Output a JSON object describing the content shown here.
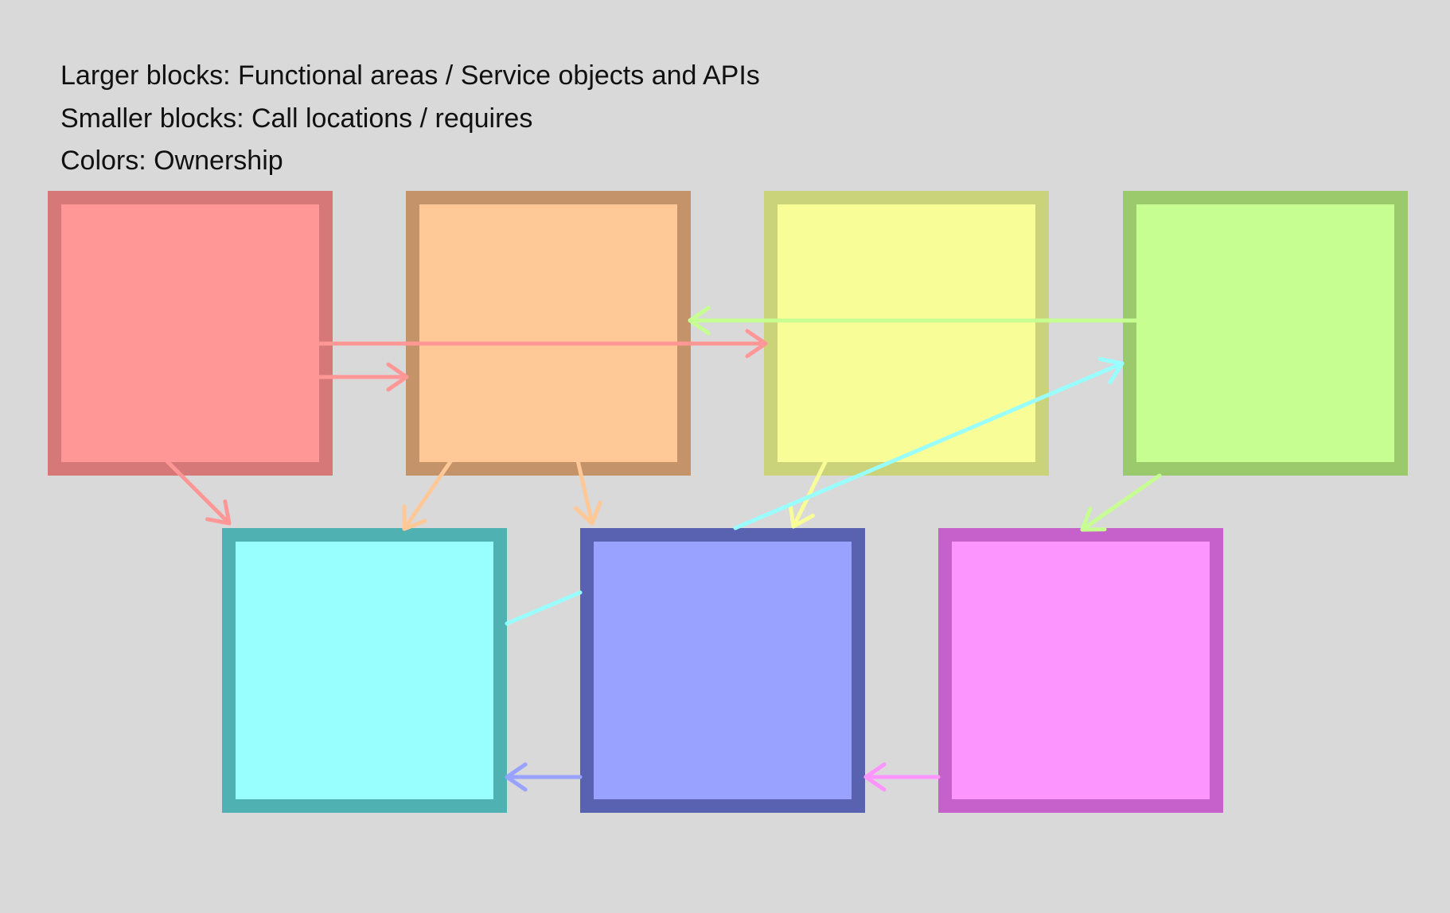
{
  "legend": {
    "line1": "Larger blocks: Functional areas / Service objects and APIs",
    "line2": "Smaller blocks:  Call locations / requires",
    "line3": "Colors: Ownership"
  },
  "colors": {
    "background": "#d9d9d9",
    "red": {
      "fill": "#ff9797",
      "border": "#d67878"
    },
    "orange": {
      "fill": "#ffc896",
      "border": "#c4936a"
    },
    "yellow": {
      "fill": "#f8fd98",
      "border": "#cad27a"
    },
    "green": {
      "fill": "#c6fe92",
      "border": "#9bca6c"
    },
    "cyan": {
      "fill": "#99fffe",
      "border": "#4fb1b2"
    },
    "blue": {
      "fill": "#99a2fe",
      "border": "#5962b1"
    },
    "magenta": {
      "fill": "#fd95fe",
      "border": "#c660cb"
    }
  }
}
